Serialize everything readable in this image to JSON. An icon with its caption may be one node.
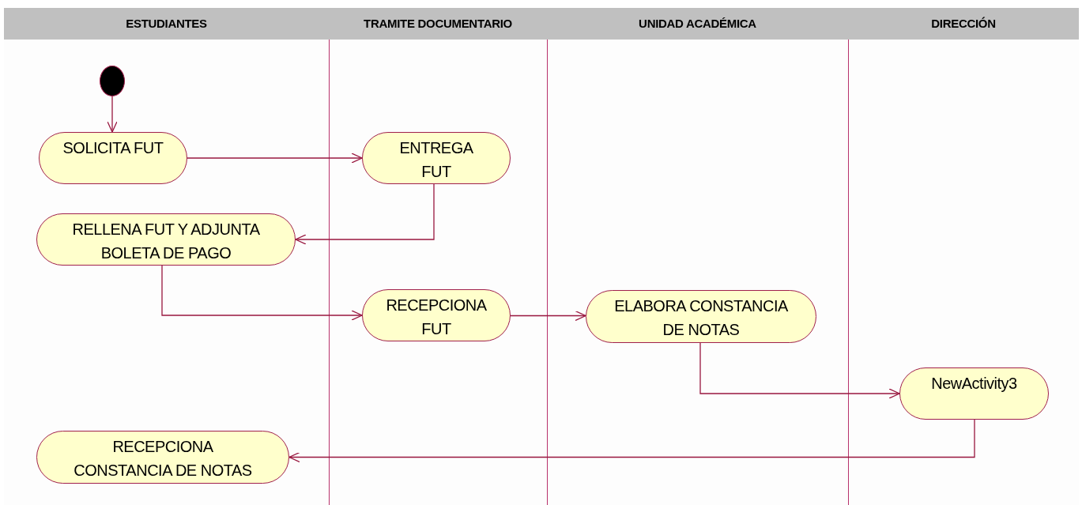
{
  "diagram": {
    "nodes": [
      {
        "text": [
          "ESTUDIANTES"
        ]
      },
      {
        "text": [
          "TRAMITE DOCUMENTARIO"
        ]
      },
      {
        "text": [
          "UNIDAD ACADÉMICA"
        ]
      },
      {
        "text": [
          "DIRECCIÓN"
        ]
      },
      {
        "text": [],
        "shape": "circle",
        "in": 0
      },
      {
        "text": [
          "SOLICITA FUT"
        ],
        "in": 0
      },
      {
        "text": [
          "ENTREGA FUT"
        ],
        "in": 1
      },
      {
        "text": [
          "RELLENA FUT Y ADJUNTA BOLETA DE PAGO"
        ],
        "in": 0
      },
      {
        "text": [
          "RECEPCIONA FUT"
        ],
        "in": 1
      },
      {
        "text": [
          "ELABORA CONSTANCIA DE NOTAS"
        ],
        "in": 2
      },
      {
        "text": [
          "NewActivity3"
        ],
        "in": 3
      },
      {
        "text": [
          "RECEPCIONA CONSTANCIA DE NOTAS"
        ],
        "in": 0
      }
    ],
    "edges": [
      {
        "from": 4,
        "to": 5,
        "arrow": "to"
      },
      {
        "from": 5,
        "to": 6,
        "arrow": "to"
      },
      {
        "from": 6,
        "to": 7,
        "arrow": "to"
      },
      {
        "from": 7,
        "to": 8,
        "arrow": "to"
      },
      {
        "from": 8,
        "to": 9,
        "arrow": "to"
      },
      {
        "from": 9,
        "to": 10,
        "arrow": "to"
      },
      {
        "from": 10,
        "to": 11,
        "arrow": "to"
      }
    ]
  }
}
